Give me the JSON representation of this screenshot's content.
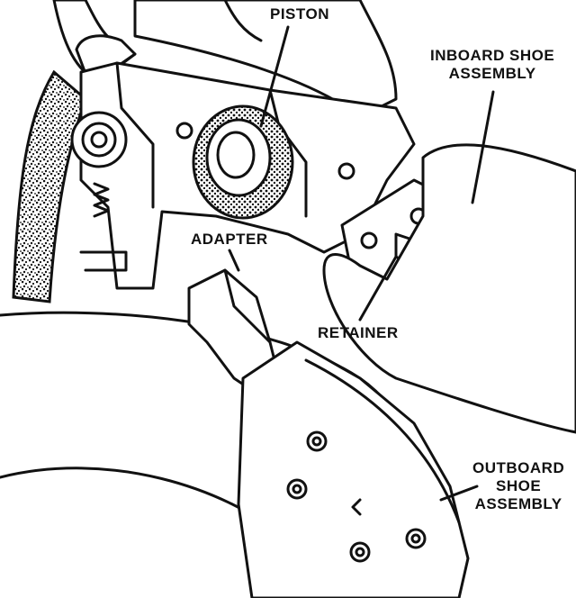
{
  "labels": {
    "piston": "PISTON",
    "inboard_line1": "INBOARD SHOE",
    "inboard_line2": "ASSEMBLY",
    "adapter": "ADAPTER",
    "retainer": "RETAINER",
    "outboard_line1": "OUTBOARD",
    "outboard_line2": "SHOE",
    "outboard_line3": "ASSEMBLY"
  },
  "colors": {
    "ink": "#111111",
    "background": "#ffffff"
  }
}
